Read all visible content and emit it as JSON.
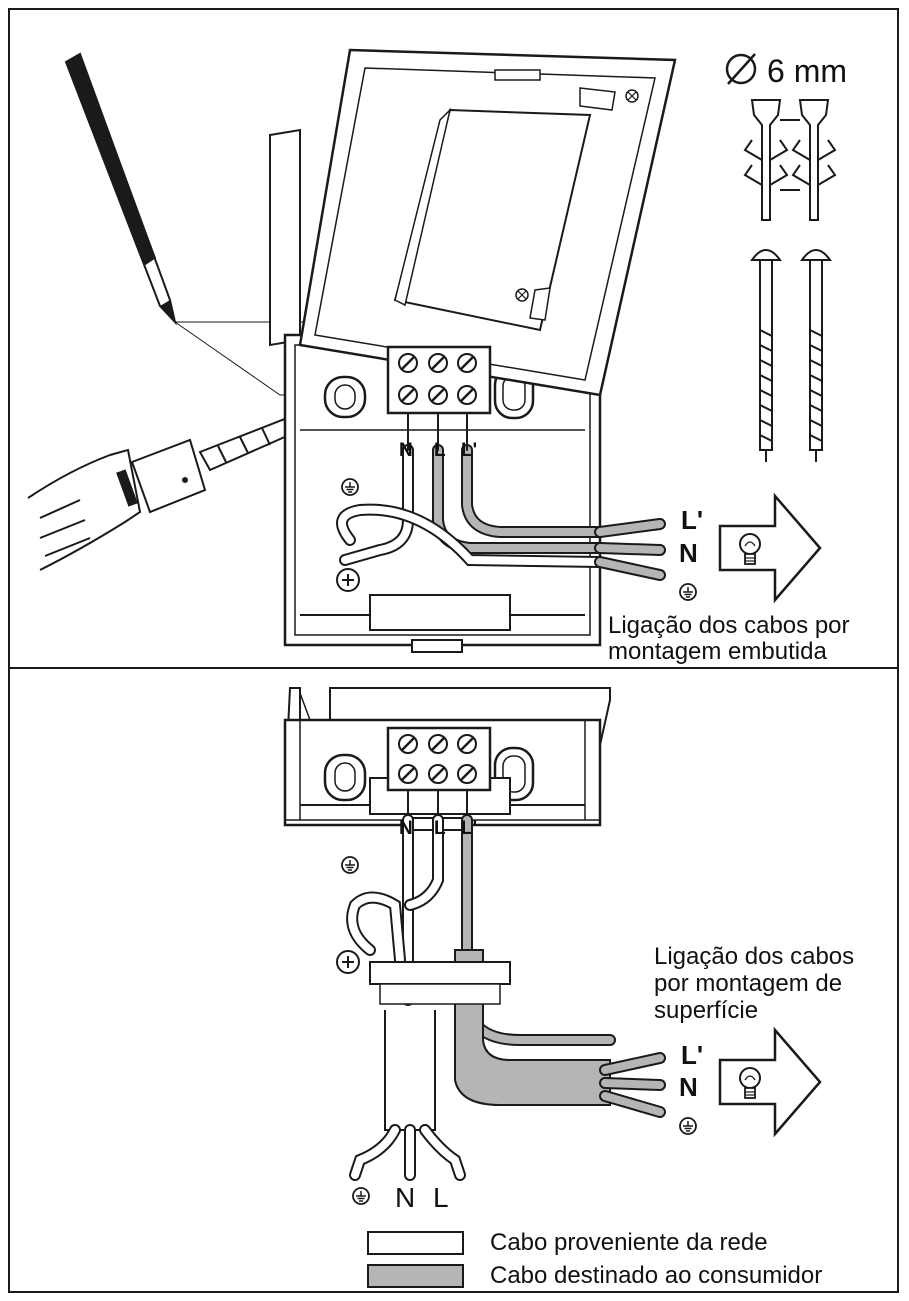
{
  "top_panel": {
    "diameter_label": "6 mm",
    "terminal_labels": [
      "N",
      "L",
      "L'"
    ],
    "out_labels": [
      "L'",
      "N"
    ],
    "caption_line1": "Ligação dos cabos por",
    "caption_line2": "montagem embutida"
  },
  "bottom_panel": {
    "terminal_labels": [
      "N",
      "L",
      "L'"
    ],
    "out_labels": [
      "L'",
      "N"
    ],
    "caption_line1": "Ligação dos cabos",
    "caption_line2": "por montagem de",
    "caption_line3": "superfície",
    "mains_labels": [
      "N",
      "L"
    ]
  },
  "legend": {
    "mains_cable": "Cabo proveniente da rede",
    "consumer_cable": "Cabo destinado ao consumidor"
  },
  "colors": {
    "line": "#1a1a1a",
    "consumer_gray": "#b5b5b5",
    "box_fill": "#ffffff"
  },
  "icons": [
    "pencil-icon",
    "drill-icon",
    "wall-plug-icon",
    "screw-icon",
    "lamp-icon",
    "earth-ground-icon",
    "terminal-screw-icon"
  ]
}
